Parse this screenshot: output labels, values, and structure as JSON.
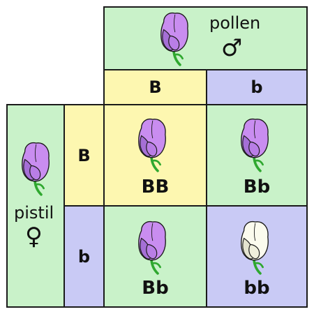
{
  "pollen": {
    "label": "pollen",
    "symbol": "♂"
  },
  "pistil": {
    "label": "pistil",
    "symbol": "♀"
  },
  "pollen_alleles": [
    "B",
    "b"
  ],
  "pistil_alleles": [
    "B",
    "b"
  ],
  "offspring": [
    {
      "genotype": "BB",
      "flower": "purple-flower-icon"
    },
    {
      "genotype": "Bb",
      "flower": "purple-flower-icon"
    },
    {
      "genotype": "Bb",
      "flower": "purple-flower-icon"
    },
    {
      "genotype": "bb",
      "flower": "white-flower-icon"
    }
  ],
  "colors": {
    "purple_flower": "#c98df0",
    "purple_flower_shade": "#a56fd6",
    "white_flower": "#fbfbee",
    "white_flower_shade": "#e3e3cf",
    "stem": "#2fa82f",
    "green_cell": "#c9f2c9",
    "yellow_cell": "#fdf7b0",
    "blue_cell": "#c9caf5"
  }
}
